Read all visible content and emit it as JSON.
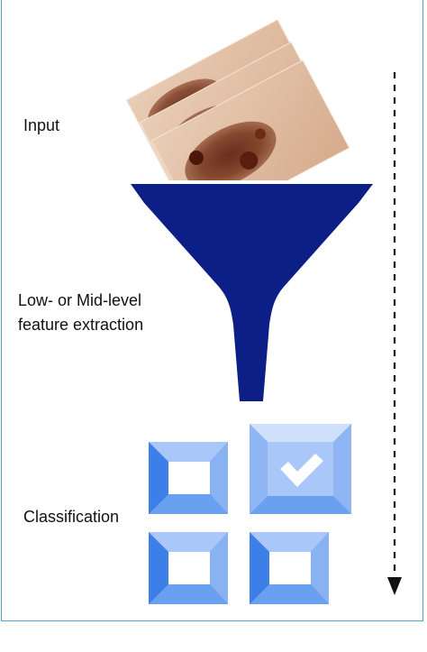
{
  "labels": {
    "input": "Input",
    "feature_line1": "Low- or Mid-level",
    "feature_line2": "feature extraction",
    "classification": "Classification"
  },
  "caption": "",
  "colors": {
    "funnel": "#0b1f86",
    "box_light": "#a9c7f8",
    "box_mid": "#6aa0f0",
    "box_dark": "#3c7fe6",
    "box_inner": "#ffffff",
    "border": "#4fa3c9",
    "arrow": "#111111"
  },
  "icons": {
    "check": "check-icon",
    "arrow": "dashed-down-arrow-icon",
    "image": "skin-lesion-image-stack"
  },
  "grid": {
    "rows": 2,
    "cols": 2,
    "selected_cell": "top-right"
  }
}
